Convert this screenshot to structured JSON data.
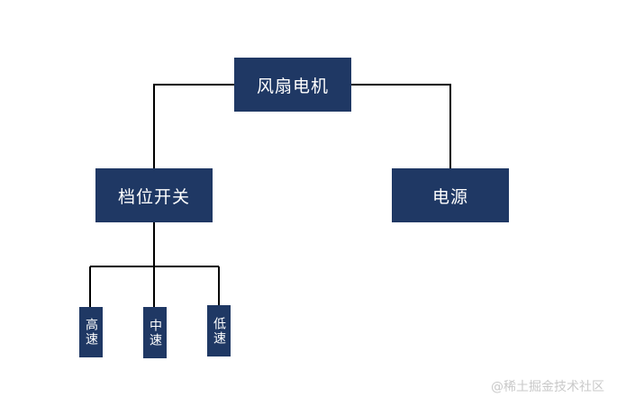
{
  "nodes": {
    "root": "风扇电机",
    "switch": "档位开关",
    "power": "电源",
    "high": "高速",
    "medium": "中速",
    "low": "低速"
  },
  "watermark": "@稀土掘金技术社区",
  "colors": {
    "node_fill": "#1f3864",
    "node_text": "#ffffff",
    "connector": "#000000",
    "watermark": "#c9c9c9"
  }
}
